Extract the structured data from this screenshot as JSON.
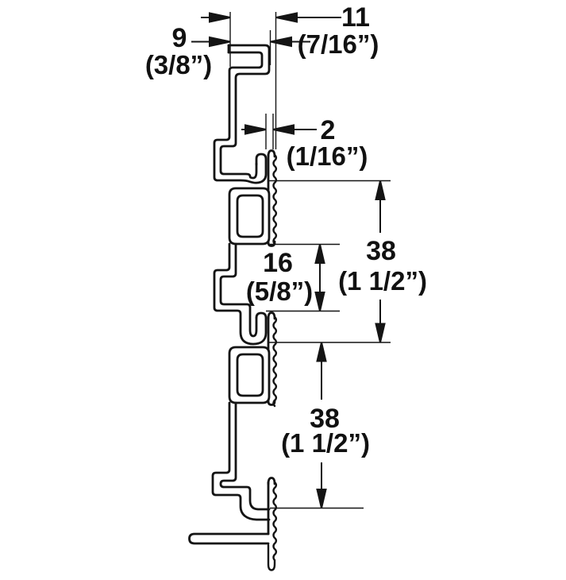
{
  "figure": {
    "title": "wall-rail-profile-cross-section",
    "type": "technical dimension drawing",
    "line_color": "#141414",
    "background": "#ffffff"
  },
  "dimensions": {
    "overall_depth": {
      "mm": "11",
      "inch": "(7/16”)"
    },
    "lip_depth": {
      "mm": "9",
      "inch": "(3/8”)"
    },
    "slot_gap": {
      "mm": "2",
      "inch": "(1/16”)"
    },
    "opening_height": {
      "mm": "16",
      "inch": "(5/8”)"
    },
    "pitch_upper": {
      "mm": "38",
      "inch": "(1 1/2”)"
    },
    "pitch_lower": {
      "mm": "38",
      "inch": "(1 1/2”)"
    }
  }
}
